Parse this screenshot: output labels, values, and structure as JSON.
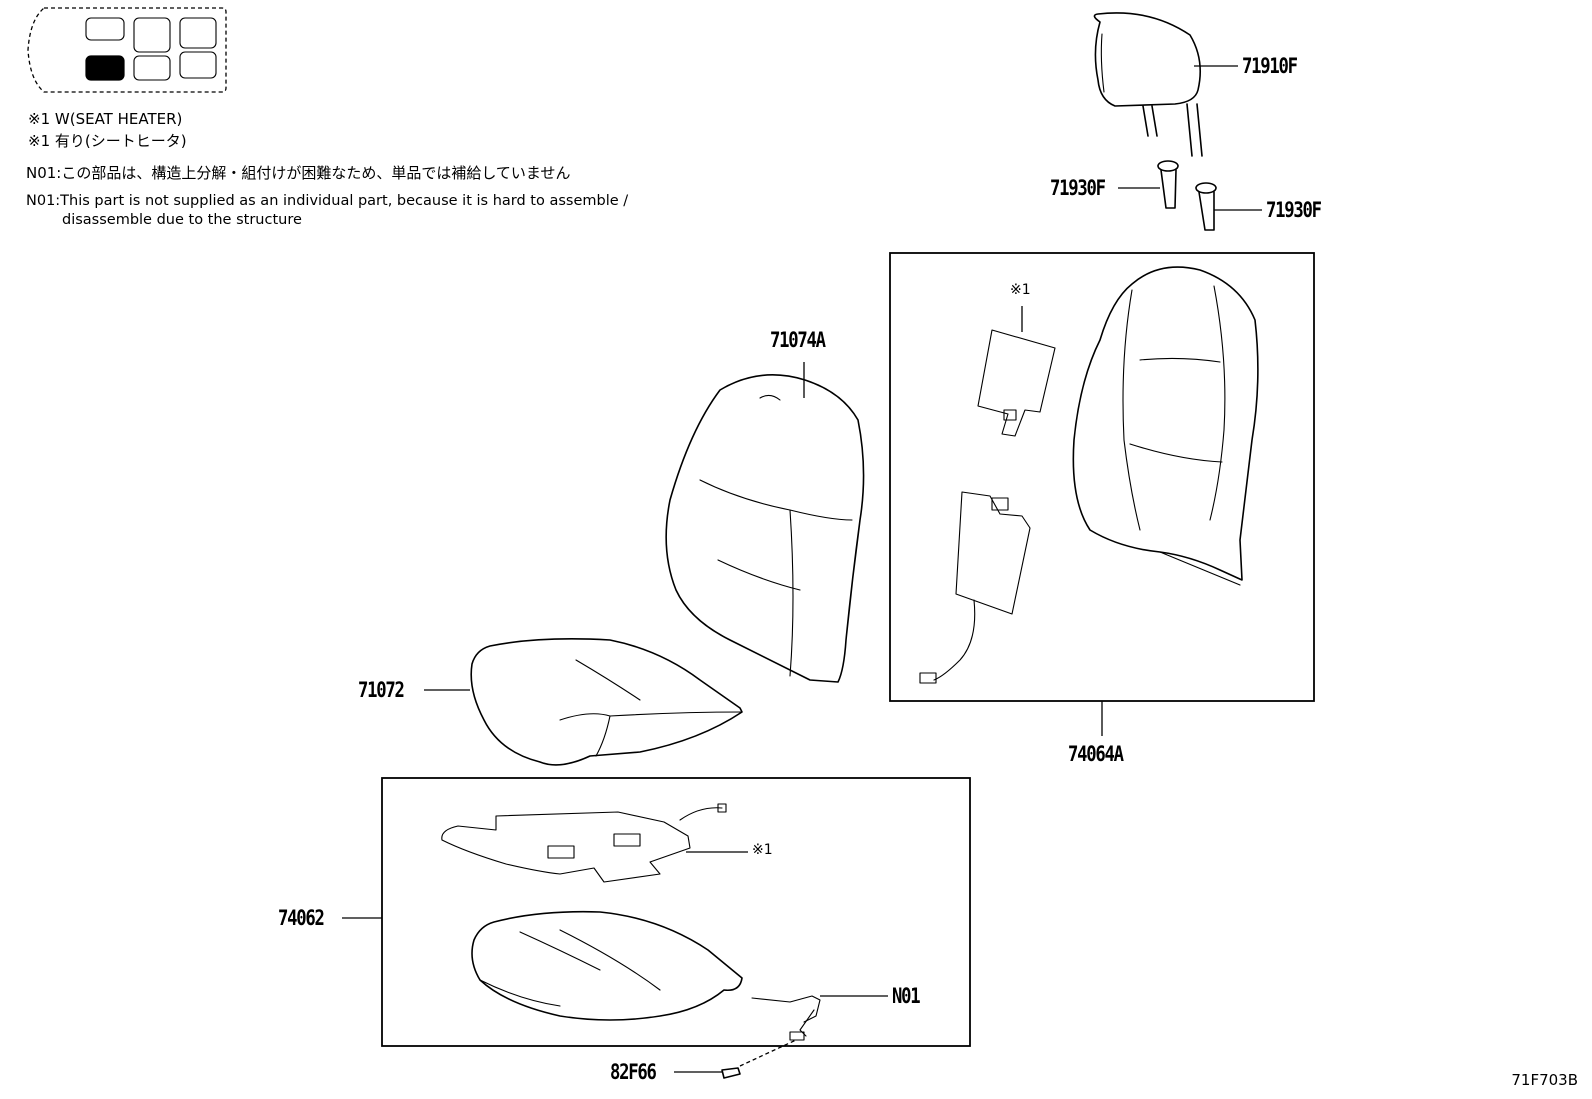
{
  "notes": {
    "line1": "※1 W(SEAT HEATER)",
    "line2": "※1 有り(シートヒータ)",
    "line3": "N01:この部品は、構造上分解・組付けが困難なため、単品では補給していません",
    "line4": "N01:This part is not supplied as an individual part, because it is hard to assemble /",
    "line5": "disassemble due to the structure"
  },
  "callouts": {
    "headrest": "71910F",
    "guide_left": "71930F",
    "guide_right": "71930F",
    "back_cover": "71074A",
    "back_assy": "74064A",
    "cushion_cover": "71072",
    "cushion_assy": "74062",
    "wire": "N01",
    "connector": "82F66",
    "mark_back": "※1",
    "mark_cushion": "※1"
  },
  "reference": "71F703B"
}
